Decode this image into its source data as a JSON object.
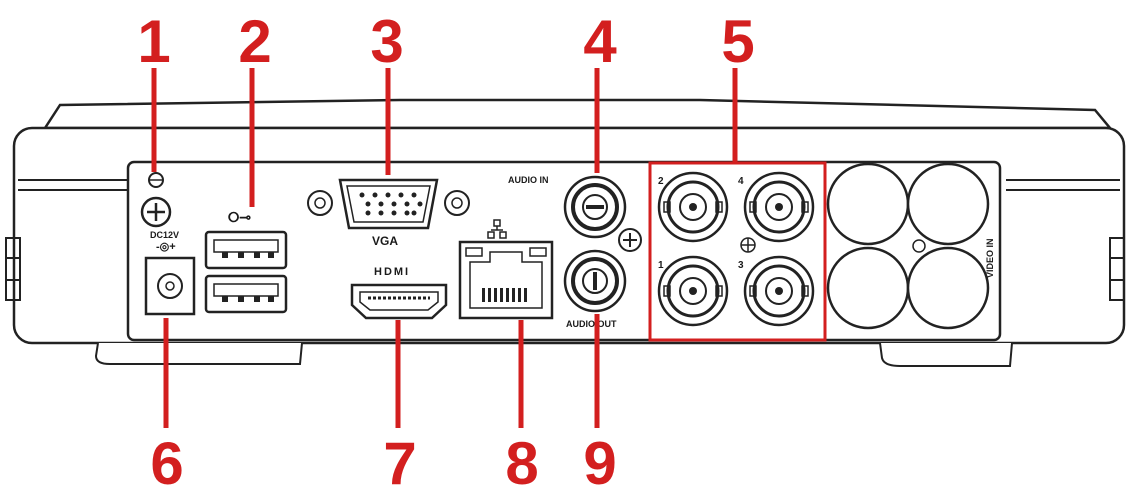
{
  "callouts": {
    "c1": "1",
    "c2": "2",
    "c3": "3",
    "c4": "4",
    "c5": "5",
    "c6": "6",
    "c7": "7",
    "c8": "8",
    "c9": "9"
  },
  "panel_labels": {
    "power": "DC12V",
    "vga": "VGA",
    "hdmi": "HDMI",
    "audio_in": "AUDIO IN",
    "audio_out": "AUDIO OUT",
    "video_in": "VIDEO IN"
  },
  "channel_numbers": {
    "top_left": "2",
    "top_right": "4",
    "bottom_left": "1",
    "bottom_right": "3"
  },
  "colors": {
    "callout": "#d31f1f",
    "outline": "#222222"
  }
}
